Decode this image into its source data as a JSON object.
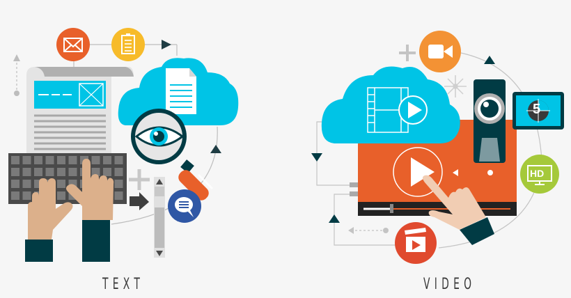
{
  "captions": {
    "text": "TEXT",
    "video": "VIDEO"
  },
  "badges": {
    "countdown_number": "5",
    "hd_label": "HD"
  },
  "colors": {
    "background": "#f6f6f6",
    "cloud_blue": "#00c4e6",
    "orange": "#e8602a",
    "yellow": "#f7bb2a",
    "amber": "#f39234",
    "red": "#e04a2e",
    "green": "#a5c93a",
    "navy": "#013b44",
    "skin": "#dcb08b",
    "keyboard": "#5a5a5a",
    "chat_blue": "#2f57a5"
  },
  "icons": [
    "envelope-icon",
    "clipboard-icon",
    "document-icon",
    "cloud-icon",
    "eye-icon",
    "magnifier-icon",
    "keyboard-icon",
    "hands-icon",
    "scrollbar-icon",
    "chat-bubble-icon",
    "video-camera-icon",
    "film-strip-icon",
    "play-icon",
    "webcam-icon",
    "countdown-icon",
    "hd-monitor-icon",
    "clapperboard-icon",
    "pointing-hand-icon",
    "sparkle-icon",
    "plus-icon"
  ]
}
